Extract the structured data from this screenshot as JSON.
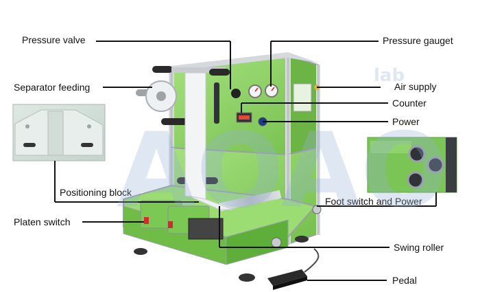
{
  "diagram": {
    "labels": {
      "pressure_valve": "Pressure valve",
      "pressure_gauge": "Pressure gauget",
      "separator_feeding": "Separator feeding",
      "air_supply": "Air supply",
      "counter": "Counter",
      "power": "Power",
      "positioning_block": "Positioning block",
      "foot_switch_power": "Foot switch and Power",
      "platen_switch": "Platen switch",
      "swing_roller": "Swing roller",
      "pedal": "Pedal"
    },
    "watermark": {
      "letters": "AOAO",
      "lab": "lab"
    },
    "colors": {
      "machine_green": "#8fd36a",
      "machine_green_dark": "#5faa3c",
      "frame_silver": "#c9ccd0",
      "leader_line": "#111111",
      "watermark": "#9bb3d8"
    },
    "icons": [
      "valve-knob-icon",
      "pressure-gauge-icon",
      "counter-display-icon",
      "power-button-icon",
      "pedal-icon"
    ]
  }
}
